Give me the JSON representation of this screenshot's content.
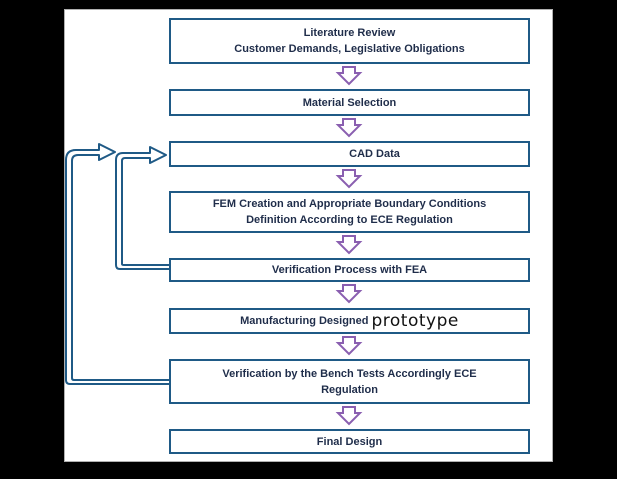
{
  "diagram": {
    "steps": [
      {
        "lines": [
          "Literature Review",
          "Customer Demands, Legislative Obligations"
        ]
      },
      {
        "lines": [
          "Material Selection"
        ]
      },
      {
        "lines": [
          "CAD Data"
        ]
      },
      {
        "lines": [
          "FEM Creation and Appropriate Boundary Conditions",
          "Definition According to ECE Regulation"
        ]
      },
      {
        "lines": [
          "Verification Process with FEA"
        ]
      },
      {
        "lines": [
          "Manufacturing Designed",
          "prototype"
        ]
      },
      {
        "lines": [
          "Verification by the Bench Tests Accordingly ECE",
          "Regulation"
        ]
      },
      {
        "lines": [
          "Final Design"
        ]
      }
    ],
    "colors": {
      "box_border": "#1f5a86",
      "down_arrow_fill": "#ffffff",
      "down_arrow_stroke": "#8a5fb0",
      "feedback_arrow_stroke": "#1f5a86"
    }
  }
}
